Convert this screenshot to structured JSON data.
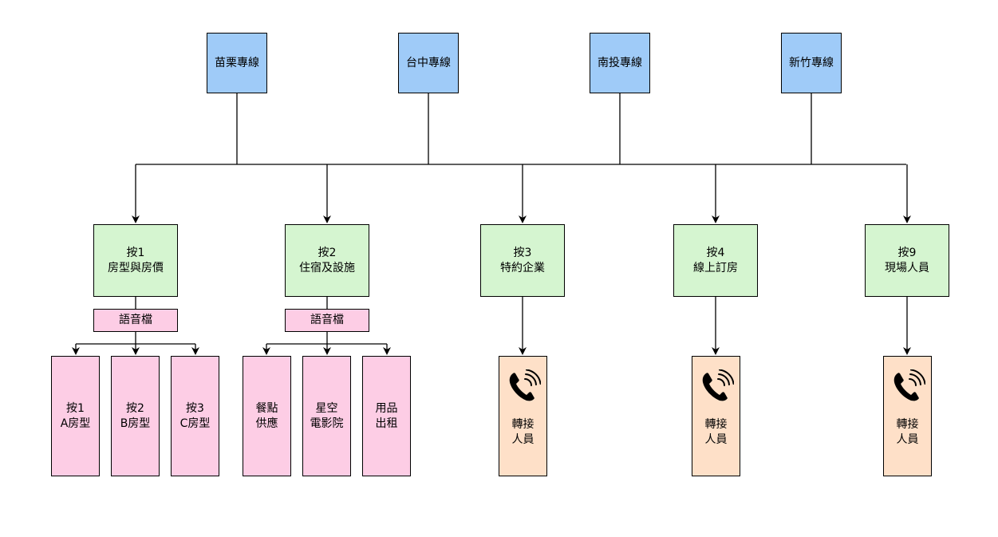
{
  "hotlines": [
    {
      "id": "miaoli",
      "label": "苗栗專線"
    },
    {
      "id": "taichung",
      "label": "台中專線"
    },
    {
      "id": "nantou",
      "label": "南投專線"
    },
    {
      "id": "hsinchu",
      "label": "新竹專線"
    }
  ],
  "options": [
    {
      "id": "opt1",
      "key": "按1",
      "label": "房型與房價"
    },
    {
      "id": "opt2",
      "key": "按2",
      "label": "住宿及設施"
    },
    {
      "id": "opt3",
      "key": "按3",
      "label": "特約企業"
    },
    {
      "id": "opt4",
      "key": "按4",
      "label": "線上訂房"
    },
    {
      "id": "opt9",
      "key": "按9",
      "label": "現場人員"
    }
  ],
  "voice_files": [
    {
      "id": "voice1",
      "label": "語音檔"
    },
    {
      "id": "voice2",
      "label": "語音檔"
    }
  ],
  "sub_options_1": [
    {
      "line1": "按1",
      "line2": "A房型"
    },
    {
      "line1": "按2",
      "line2": "B房型"
    },
    {
      "line1": "按3",
      "line2": "C房型"
    }
  ],
  "sub_options_2": [
    {
      "line1": "餐點",
      "line2": "供應"
    },
    {
      "line1": "星空",
      "line2": "電影院"
    },
    {
      "line1": "用品",
      "line2": "出租"
    }
  ],
  "transfer": {
    "line1": "轉接",
    "line2": "人員",
    "icon": "phone-ringing-icon"
  },
  "colors": {
    "hotline": "#9fcbf8",
    "option": "#d5f5d0",
    "voice_file": "#fdcde5",
    "sub_option": "#fdcde5",
    "transfer": "#fee0c8"
  }
}
